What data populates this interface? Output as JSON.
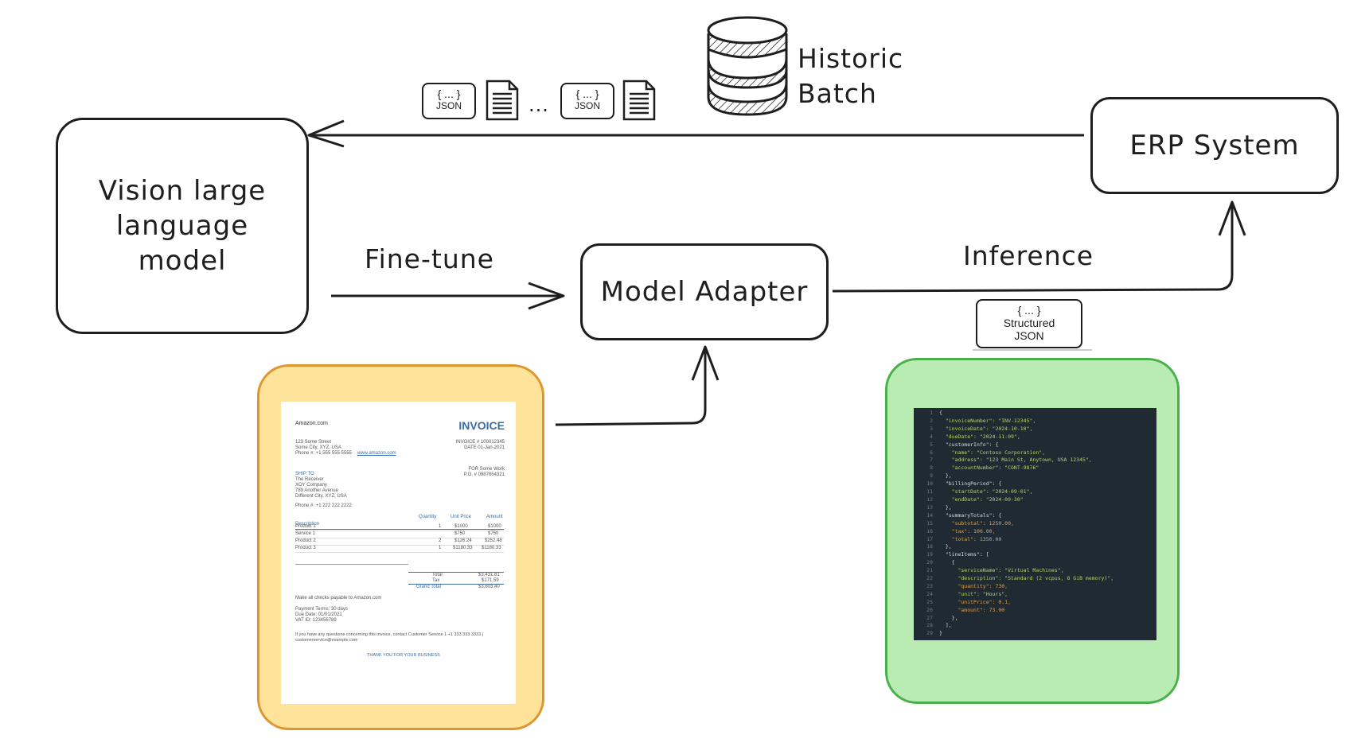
{
  "nodes": {
    "vision_model": "Vision large language model",
    "model_adapter": "Model Adapter",
    "erp_system": "ERP System",
    "historic_batch": "Historic Batch"
  },
  "edges": {
    "fine_tune": "Fine-tune",
    "inference": "Inference"
  },
  "batch_items": {
    "json_brace": "{ ... }",
    "json_label": "JSON",
    "ellipsis": "..."
  },
  "structured_json": {
    "brace": "{ ... }",
    "line1": "Structured",
    "line2": "JSON"
  },
  "invoice": {
    "company": "Amazon.com",
    "title": "INVOICE",
    "address": [
      "123 Some Street",
      "Some City, XYZ, USA",
      "Phone #: +1 555 555 5555"
    ],
    "link": "www.amazon.com",
    "meta": [
      "INVOICE #  100012345",
      "DATE  01-Jan-2021"
    ],
    "for": [
      "FOR  Some Work",
      "P.O. #  0987654321"
    ],
    "ship_to": [
      "SHIP TO",
      "The Receiver",
      "XOY Company",
      "789 Another Avenue",
      "Different City, XYZ, USA"
    ],
    "phone2": "Phone #: +1 222 222 2222",
    "columns": [
      "Description",
      "Quantity",
      "Unit Price",
      "Amount"
    ],
    "rows": [
      [
        "Product 1",
        "1",
        "$1000",
        "$1000"
      ],
      [
        "Service 1",
        "",
        "$750",
        "$750"
      ],
      [
        "Product 2",
        "2",
        "$126.24",
        "$252.48"
      ],
      [
        "Product 3",
        "1",
        "$1180.33",
        "$1180.33"
      ]
    ],
    "totals": [
      [
        "Total",
        "$3,431.81"
      ],
      [
        "Tax",
        "$171.59"
      ],
      [
        "Grand Total",
        "$3,603.40"
      ]
    ],
    "note": "Make all checks payable to Amazon.com",
    "terms": [
      "Payment Terms: 30 days",
      "Due Date: 01/01/2021",
      "VAT ID: 123456789"
    ],
    "question": "If you have any questions concerning this invoice, contact Customer Service 1 +1 333 333 3333 |",
    "email": "customerservice@example.com",
    "thanks": "THANK YOU FOR YOUR BUSINESS"
  },
  "code_lines": [
    "{",
    "  \"invoiceNumber\": \"INV-12345\",",
    "  \"invoiceDate\": \"2024-10-10\",",
    "  \"dueDate\": \"2024-11-09\",",
    "  \"customerInfo\": {",
    "    \"name\": \"Contoso Corporation\",",
    "    \"address\": \"123 Main St, Anytown, USA 12345\",",
    "    \"accountNumber\": \"CONT-9876\"",
    "  },",
    "  \"billingPeriod\": {",
    "    \"startDate\": \"2024-09-01\",",
    "    \"endDate\": \"2024-09-30\"",
    "  },",
    "  \"summaryTotals\": {",
    "    \"subtotal\": 1250.00,",
    "    \"tax\": 100.00,",
    "    \"total\": 1350.00",
    "  },",
    "  \"lineItems\": [",
    "    {",
    "      \"serviceName\": \"Virtual Machines\",",
    "      \"description\": \"Standard (2 vcpus, 8 GiB memory)\",",
    "      \"quantity\": 730,",
    "      \"unit\": \"Hours\",",
    "      \"unitPrice\": 0.1,",
    "      \"amount\": 73.00",
    "    },",
    "  ],",
    "}"
  ]
}
